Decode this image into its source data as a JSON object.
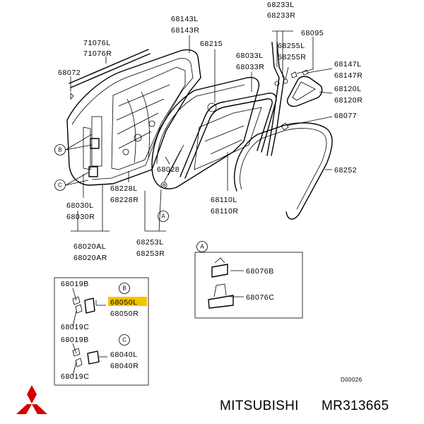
{
  "parts": {
    "p68233L": "68233L",
    "p68233R": "68233R",
    "p68143L": "68143L",
    "p68143R": "68143R",
    "p68095": "68095",
    "p68215": "68215",
    "p68033L": "68033L",
    "p68033R": "68033R",
    "p68255L": "68255L",
    "p68255R": "68255R",
    "p71076L": "71076L",
    "p71076R": "71076R",
    "p68147L": "68147L",
    "p68147R": "68147R",
    "p68072": "68072",
    "p68120L": "68120L",
    "p68120R": "68120R",
    "p68077": "68077",
    "p68252": "68252",
    "p68028": "68028",
    "p68228L": "68228L",
    "p68228R": "68228R",
    "p68030L": "68030L",
    "p68030R": "68030R",
    "p68110L": "68110L",
    "p68110R": "68110R",
    "p68020AL": "68020AL",
    "p68020AR": "68020AR",
    "p68253L": "68253L",
    "p68253R": "68253R",
    "p68076B": "68076B",
    "p68076C": "68076C",
    "p68019B_1": "68019B",
    "p68019C_1": "68019C",
    "p68050L": "68050L",
    "p68050R": "68050R",
    "p68019B_2": "68019B",
    "p68019C_2": "68019C",
    "p68040L": "68040L",
    "p68040R": "68040R"
  },
  "callouts": {
    "a": "A",
    "b": "B",
    "c": "C"
  },
  "drawing_code": "D00026",
  "footer": {
    "brand": "MITSUBISHI",
    "part_number": "MR313665",
    "logo": "mitsubishi-three-diamonds-logo"
  },
  "colors": {
    "ink": "#000000",
    "highlight": "#f4c400",
    "logo": "#d40000"
  }
}
